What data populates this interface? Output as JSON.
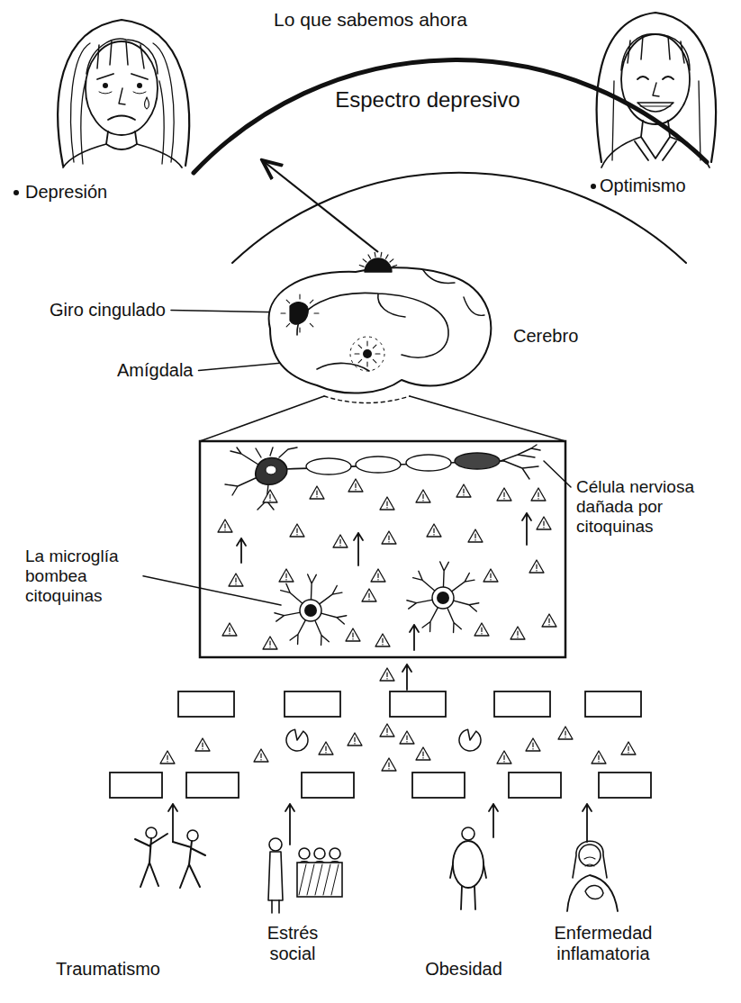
{
  "diagram": {
    "title": "Lo que sabemos ahora",
    "nodes": [
      {
        "text": [
          "Espectro depresivo"
        ]
      },
      {
        "text": [
          "Cerebro"
        ]
      }
    ],
    "edges": [
      {
        "from": 1,
        "to": 0,
        "arrow": "to"
      }
    ],
    "labels": [
      "Depresión",
      "Optimismo",
      "Giro cingulado",
      "Amígdala",
      "Célula nerviosa dañada por citoquinas",
      "La microglía bombea citoquinas",
      "Traumatismo",
      "Estrés social",
      "Obesidad",
      "Enfermedad inflamatoria"
    ]
  }
}
